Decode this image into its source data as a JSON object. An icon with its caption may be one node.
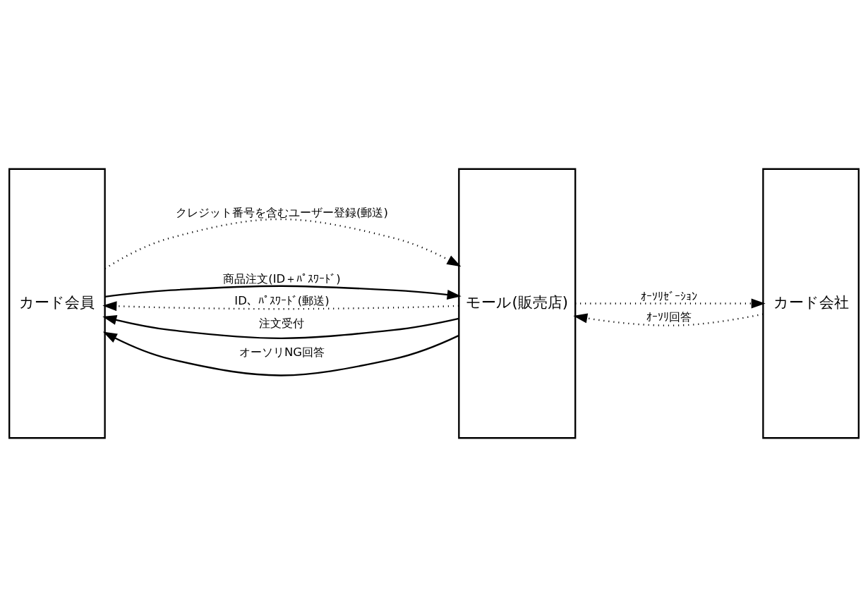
{
  "diagram": {
    "nodes": [
      {
        "text": [
          "カード会員"
        ]
      },
      {
        "text": [
          "モール(販売店)"
        ]
      },
      {
        "text": [
          "カード会社"
        ]
      }
    ],
    "edges": [
      {
        "from": 0,
        "to": 1,
        "arrow": "to",
        "label": "クレジット番号を含むユーザー登録(郵送)",
        "style": "dashed"
      },
      {
        "from": 1,
        "to": 0,
        "arrow": "to",
        "label": "ID、ﾊﾟｽﾜｰﾄﾞ(郵送)",
        "style": "dashed"
      },
      {
        "from": 0,
        "to": 1,
        "arrow": "to",
        "label": "商品注文(ID＋ﾊﾟｽﾜｰﾄﾞ)"
      },
      {
        "from": 1,
        "to": 0,
        "arrow": "to",
        "label": "注文受付"
      },
      {
        "from": 1,
        "to": 0,
        "arrow": "to",
        "label": "オーソリNG回答"
      },
      {
        "from": 1,
        "to": 2,
        "arrow": "to",
        "label": "ｵｰｿﾘｾﾞｰｼｮﾝ",
        "style": "dashed"
      },
      {
        "from": 2,
        "to": 1,
        "arrow": "to",
        "label": "ｵｰｿﾘ回答",
        "style": "dashed"
      }
    ]
  }
}
